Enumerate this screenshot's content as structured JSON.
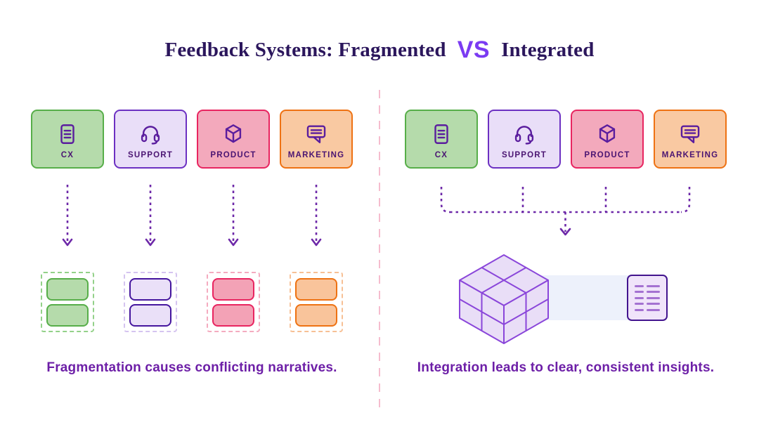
{
  "title": {
    "main": "Feedback Systems: Fragmented",
    "vs": "VS",
    "suffix": "Integrated"
  },
  "departments": [
    {
      "label": "CX",
      "icon": "document-icon",
      "fill": "#b5dbab",
      "border": "#57ae49"
    },
    {
      "label": "SUPPORT",
      "icon": "headphones-icon",
      "fill": "#e9def8",
      "border": "#6c30c2"
    },
    {
      "label": "PRODUCT",
      "icon": "cube-icon",
      "fill": "#f3a9bc",
      "border": "#e82560"
    },
    {
      "label": "MARKETING",
      "icon": "chat-icon",
      "fill": "#f9c9a2",
      "border": "#ee7213"
    }
  ],
  "left_panel": {
    "caption": "Fragmentation causes conflicting narratives."
  },
  "right_panel": {
    "caption": "Integration leads to clear, consistent insights."
  },
  "colors": {
    "title_text": "#2b165c",
    "vs_accent": "#7b3bf2",
    "caption_text": "#6d1fa7",
    "label_text": "#4a1472",
    "icon_stroke": "#5a1d9e",
    "arrow": "#6d28a8",
    "divider": "#f6bcce",
    "cube_fill": "#e9def7",
    "cube_stroke": "#8a46da",
    "band_fill": "#edf1fb",
    "doc_card_fill": "#f0e4fa",
    "doc_card_border": "#42148e",
    "doc_line": "#a471d1"
  }
}
